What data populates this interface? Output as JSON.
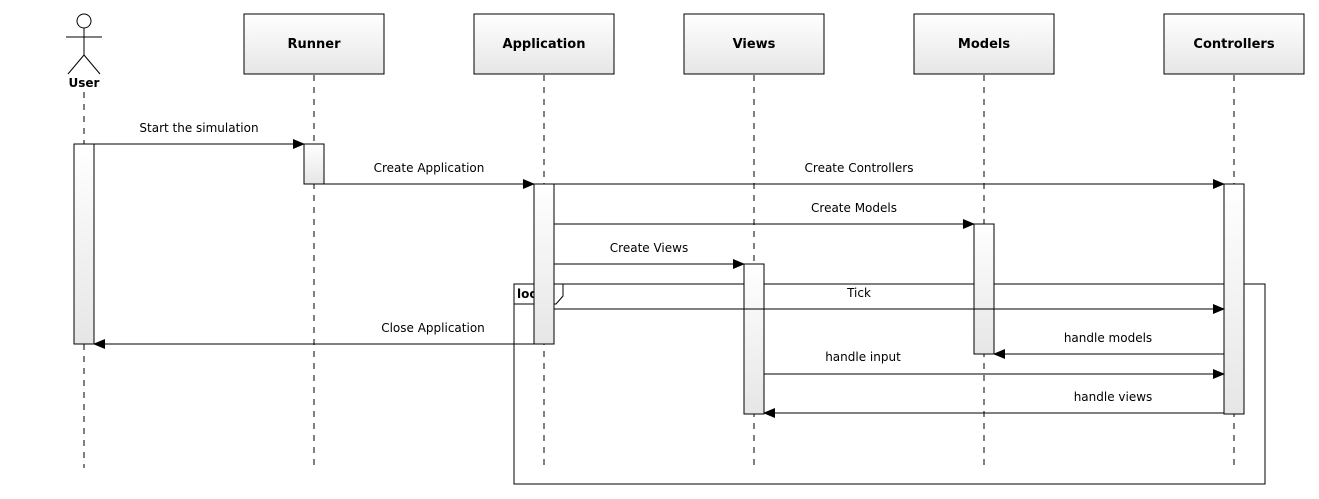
{
  "actor": {
    "name": "User"
  },
  "participants": [
    {
      "id": "runner",
      "name": "Runner"
    },
    {
      "id": "application",
      "name": "Application"
    },
    {
      "id": "views",
      "name": "Views"
    },
    {
      "id": "models",
      "name": "Models"
    },
    {
      "id": "controllers",
      "name": "Controllers"
    }
  ],
  "messages": [
    {
      "from": "user",
      "to": "runner",
      "label": "Start the simulation"
    },
    {
      "from": "runner",
      "to": "application",
      "label": "Create Application"
    },
    {
      "from": "application",
      "to": "controllers",
      "label": "Create Controllers"
    },
    {
      "from": "application",
      "to": "models",
      "label": "Create Models"
    },
    {
      "from": "application",
      "to": "views",
      "label": "Create Views"
    },
    {
      "from": "application",
      "to": "controllers",
      "label": "Tick"
    },
    {
      "from": "application",
      "to": "user",
      "label": "Close Application"
    },
    {
      "from": "controllers",
      "to": "models",
      "label": "handle models"
    },
    {
      "from": "views",
      "to": "controllers",
      "label": "handle input"
    },
    {
      "from": "controllers",
      "to": "views",
      "label": "handle views"
    }
  ],
  "fragment": {
    "operator": "loop"
  }
}
